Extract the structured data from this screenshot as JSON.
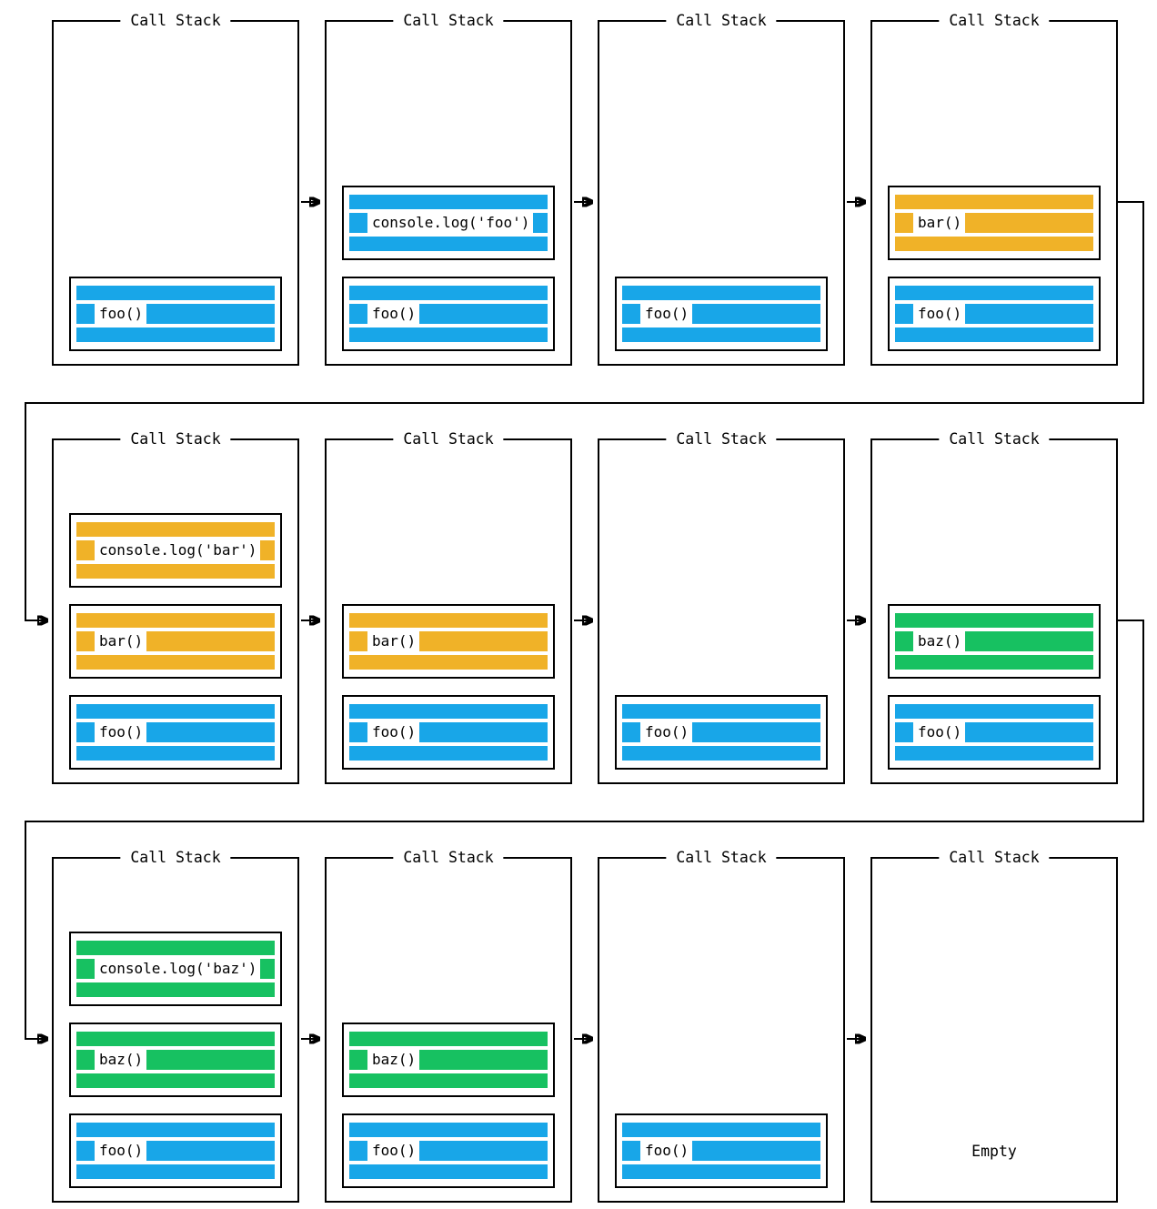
{
  "colors": {
    "foo": "#18A6E8",
    "bar": "#F0B228",
    "baz": "#17C161"
  },
  "panels": [
    {
      "title": "Call Stack",
      "stack": [
        {
          "label": "foo()",
          "color": "foo"
        }
      ]
    },
    {
      "title": "Call Stack",
      "stack": [
        {
          "label": "foo()",
          "color": "foo"
        },
        {
          "label": "console.log('foo')",
          "color": "foo"
        }
      ]
    },
    {
      "title": "Call Stack",
      "stack": [
        {
          "label": "foo()",
          "color": "foo"
        }
      ]
    },
    {
      "title": "Call Stack",
      "stack": [
        {
          "label": "foo()",
          "color": "foo"
        },
        {
          "label": "bar()",
          "color": "bar"
        }
      ]
    },
    {
      "title": "Call Stack",
      "stack": [
        {
          "label": "foo()",
          "color": "foo"
        },
        {
          "label": "bar()",
          "color": "bar"
        },
        {
          "label": "console.log('bar')",
          "color": "bar"
        }
      ]
    },
    {
      "title": "Call Stack",
      "stack": [
        {
          "label": "foo()",
          "color": "foo"
        },
        {
          "label": "bar()",
          "color": "bar"
        }
      ]
    },
    {
      "title": "Call Stack",
      "stack": [
        {
          "label": "foo()",
          "color": "foo"
        }
      ]
    },
    {
      "title": "Call Stack",
      "stack": [
        {
          "label": "foo()",
          "color": "foo"
        },
        {
          "label": "baz()",
          "color": "baz"
        }
      ]
    },
    {
      "title": "Call Stack",
      "stack": [
        {
          "label": "foo()",
          "color": "foo"
        },
        {
          "label": "baz()",
          "color": "baz"
        },
        {
          "label": "console.log('baz')",
          "color": "baz"
        }
      ]
    },
    {
      "title": "Call Stack",
      "stack": [
        {
          "label": "foo()",
          "color": "foo"
        },
        {
          "label": "baz()",
          "color": "baz"
        }
      ]
    },
    {
      "title": "Call Stack",
      "stack": [
        {
          "label": "foo()",
          "color": "foo"
        }
      ]
    },
    {
      "title": "Call Stack",
      "stack": [],
      "empty_label": "Empty"
    }
  ]
}
